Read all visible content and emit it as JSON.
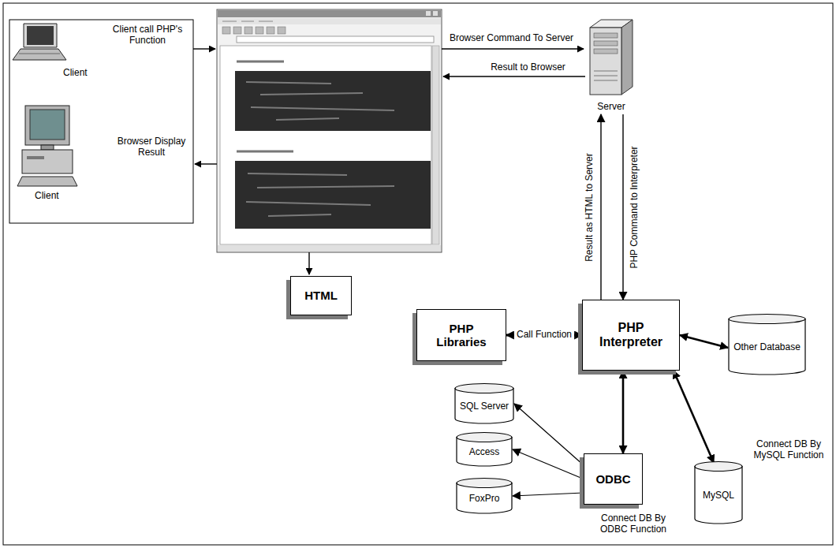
{
  "diagram": {
    "nodes": [
      {
        "text": [
          "Client"
        ]
      },
      {
        "text": [
          "Client"
        ]
      },
      {
        "text": [
          "Server"
        ]
      },
      {
        "text": [
          "HTML"
        ]
      },
      {
        "text": [
          "PHP Libraries"
        ]
      },
      {
        "text": [
          "PHP Interpreter"
        ]
      },
      {
        "text": [
          "Other Database"
        ]
      },
      {
        "text": [
          "SQL Server"
        ]
      },
      {
        "text": [
          "Access"
        ]
      },
      {
        "text": [
          "FoxPro"
        ]
      },
      {
        "text": [
          "ODBC"
        ]
      },
      {
        "text": [
          "MySQL"
        ]
      }
    ],
    "edges": [
      {
        "from": 5,
        "to": 2,
        "arrow": "to",
        "label": "Result as HTML to Server"
      },
      {
        "from": 2,
        "to": 5,
        "arrow": "to",
        "label": "PHP Command to Interpreter"
      },
      {
        "from": 4,
        "to": 5,
        "arrow": "both",
        "label": "Call Function"
      },
      {
        "from": 5,
        "to": 6,
        "arrow": "both"
      },
      {
        "from": 5,
        "to": 10,
        "arrow": "both"
      },
      {
        "from": 5,
        "to": 11,
        "arrow": "both"
      },
      {
        "from": 10,
        "to": 7,
        "arrow": "to"
      },
      {
        "from": 10,
        "to": 8,
        "arrow": "to"
      },
      {
        "from": 10,
        "to": 9,
        "arrow": "to"
      }
    ],
    "labels": [
      "Client call PHP's Function",
      "Browser Display Result",
      "Browser Command To Server",
      "Result to Browser",
      "Connect DB By MySQL Function",
      "Connect DB By ODBC Function"
    ]
  }
}
